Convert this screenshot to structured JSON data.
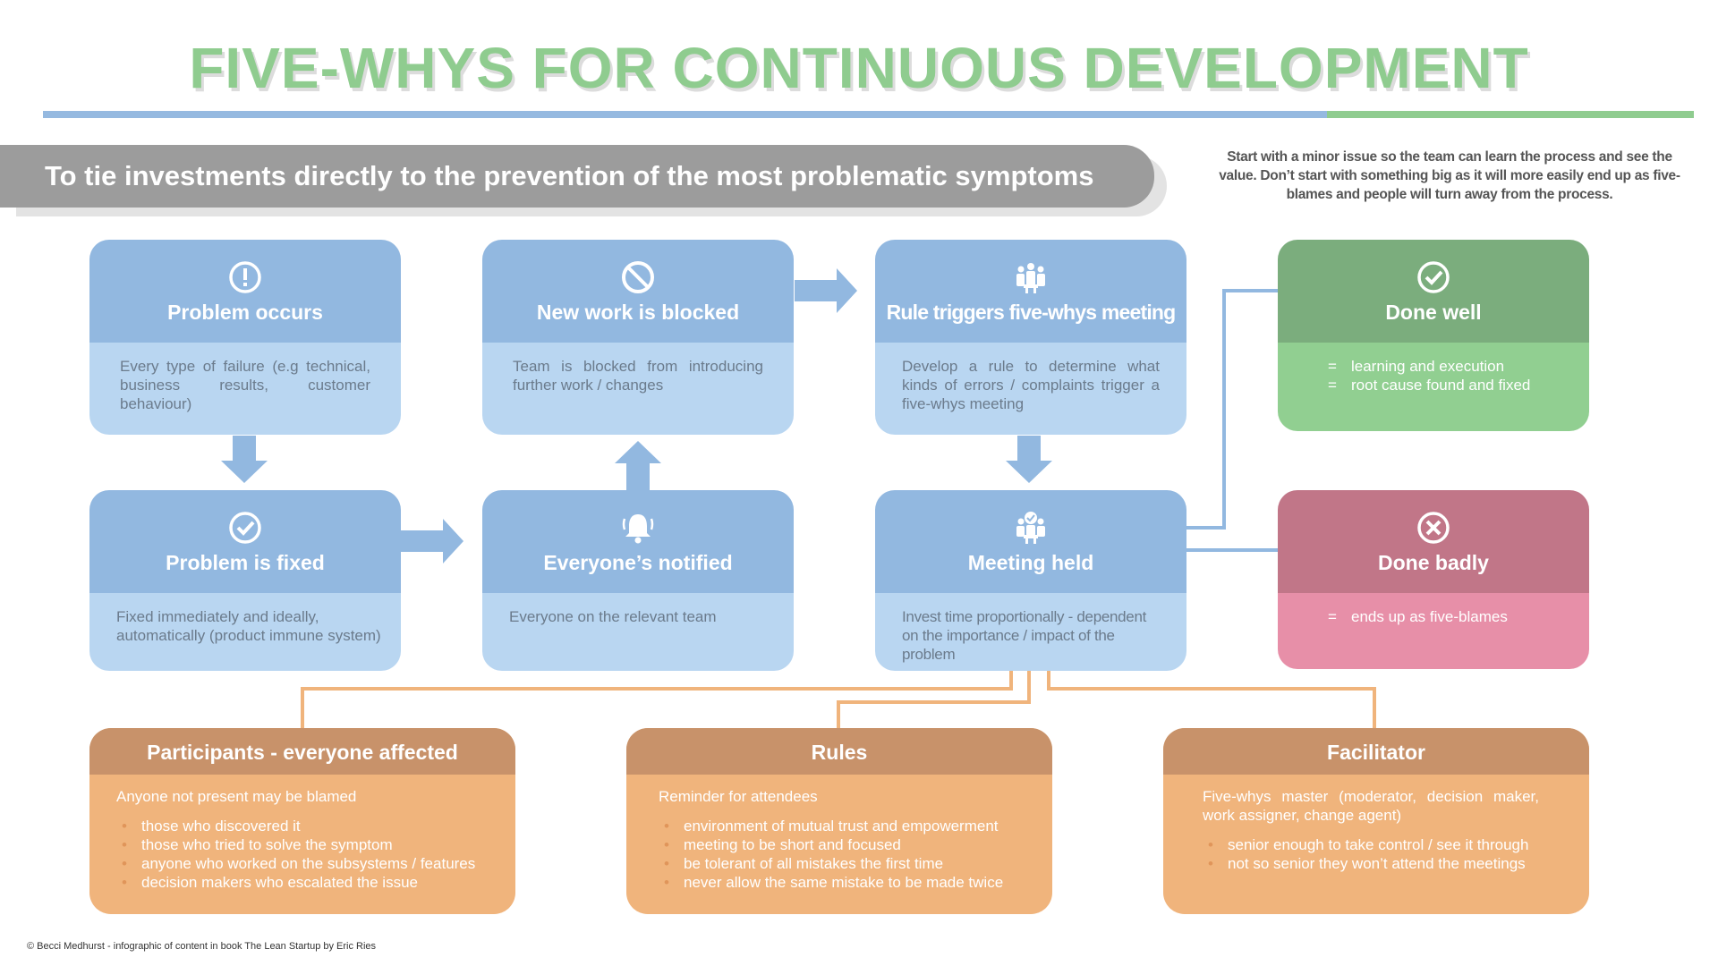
{
  "title": "FIVE-WHYS FOR CONTINUOUS DEVELOPMENT",
  "subtitle": "To tie investments directly to the prevention of the most problematic symptoms",
  "note": "Start with a minor issue so the team can learn the process and see the value. Don’t start with something big as it will more easily end up as five-blames and people will turn away from the process.",
  "colors": {
    "blue_head": "#92b8e0",
    "blue_body": "#b9d6f1",
    "green_head": "#7bad7d",
    "green_body": "#91cf91",
    "pink_head": "#c17688",
    "pink_body": "#e78fa8",
    "orange_head": "#c8926a",
    "orange_body": "#f0b47c",
    "title_green": "#8fcc8f",
    "banner_grey": "#9c9c9c"
  },
  "steps": {
    "problem_occurs": {
      "icon": "exclamation-circle-icon",
      "label": "Problem occurs",
      "text": "Every type of failure (e.g technical, business results, customer behaviour)"
    },
    "new_work_blocked": {
      "icon": "prohibited-icon",
      "label": "New work is blocked",
      "text": "Team is blocked from introducing further work / changes"
    },
    "rule_triggers": {
      "icon": "group-meeting-icon",
      "label": "Rule triggers five-whys meeting",
      "text": "Develop a rule to determine what kinds of errors / complaints trigger a five-whys meeting"
    },
    "problem_fixed": {
      "icon": "check-circle-icon",
      "label": "Problem is fixed",
      "text": "Fixed immediately and ideally, automatically (product immune system)"
    },
    "everyone_notified": {
      "icon": "bell-icon",
      "label": "Everyone’s notified",
      "text": "Everyone on the relevant team"
    },
    "meeting_held": {
      "icon": "group-check-icon",
      "label": "Meeting held",
      "text": "Invest time proportionally - dependent on the importance / impact of the problem"
    }
  },
  "outcomes": {
    "done_well": {
      "icon": "check-circle-icon",
      "label": "Done well",
      "items": [
        "learning and execution",
        "root cause found and fixed"
      ]
    },
    "done_badly": {
      "icon": "x-circle-icon",
      "label": "Done badly",
      "items": [
        "ends up as five-blames"
      ]
    },
    "eq_symbol": "="
  },
  "details": {
    "participants": {
      "label": "Participants - everyone affected",
      "intro": "Anyone not present may be blamed",
      "items": [
        "those who discovered it",
        "those who tried to solve the symptom",
        "anyone who worked on the subsystems / features",
        "decision makers who escalated the issue"
      ]
    },
    "rules": {
      "label": "Rules",
      "intro": "Reminder for attendees",
      "items": [
        "environment of mutual trust and empowerment",
        "meeting to be short and focused",
        "be tolerant of all mistakes the first time",
        "never allow the same mistake to be made twice"
      ]
    },
    "facilitator": {
      "label": "Facilitator",
      "intro": "Five-whys master (moderator, decision maker, work assigner, change agent)",
      "items": [
        "senior enough to take control / see it through",
        "not so senior they won’t attend the meetings"
      ]
    }
  },
  "footer": "© Becci Medhurst - infographic of content in book The Lean Startup by Eric Ries"
}
